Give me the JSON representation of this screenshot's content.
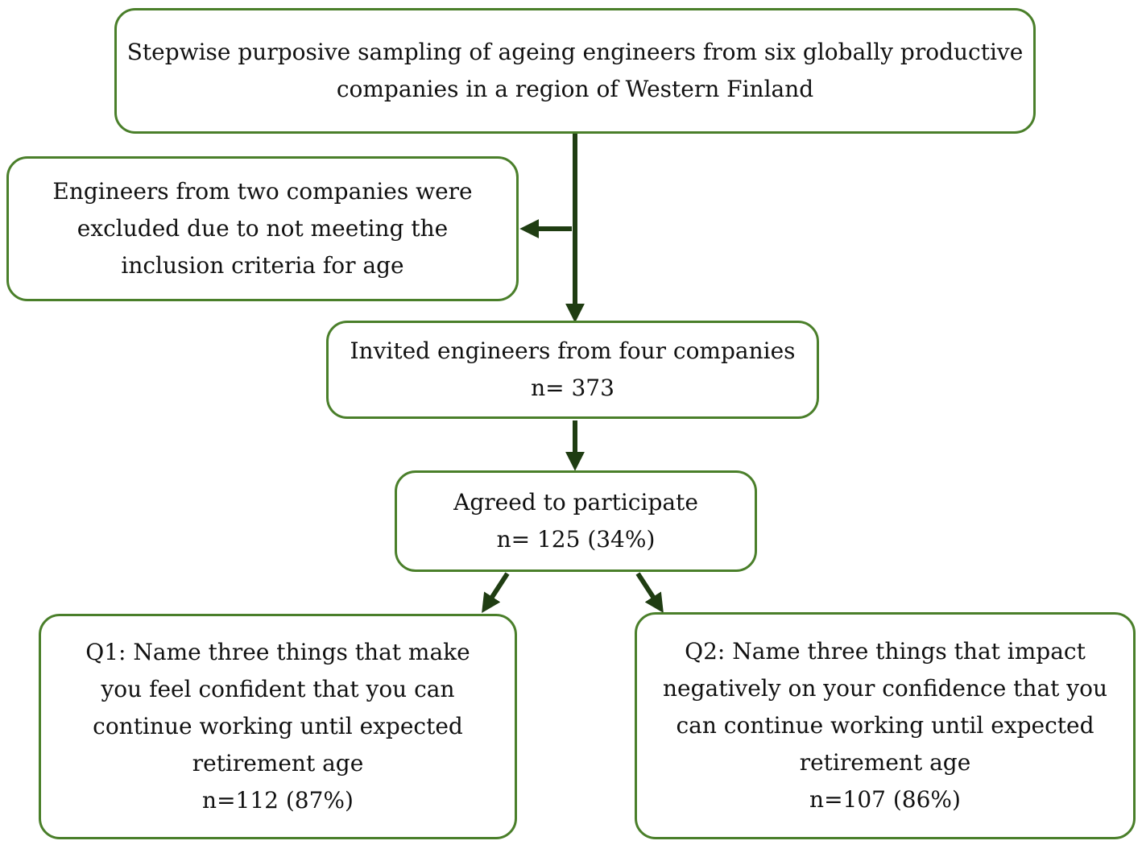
{
  "boxes": {
    "sampling": {
      "lines": [
        "Stepwise purposive sampling of ageing engineers from six globally productive",
        "companies in a region of Western Finland"
      ]
    },
    "excluded": {
      "lines": [
        "Engineers from two companies were",
        "excluded due to not meeting the",
        "inclusion criteria for age"
      ]
    },
    "invited": {
      "lines": [
        "Invited engineers from four companies",
        "n= 373"
      ]
    },
    "agreed": {
      "lines": [
        "Agreed to participate",
        "n= 125 (34%)"
      ]
    },
    "q1": {
      "lines": [
        "Q1: Name three things that make",
        "you feel confident that you can",
        "continue working until expected",
        "retirement age",
        "n=112 (87%)"
      ]
    },
    "q2": {
      "lines": [
        "Q2: Name three things that impact",
        "negatively on your confidence that you",
        "can continue working until expected",
        "retirement age",
        "n=107 (86%)"
      ]
    }
  },
  "colors": {
    "box_border": "#4a7f2a",
    "arrow": "#1f3d12"
  }
}
